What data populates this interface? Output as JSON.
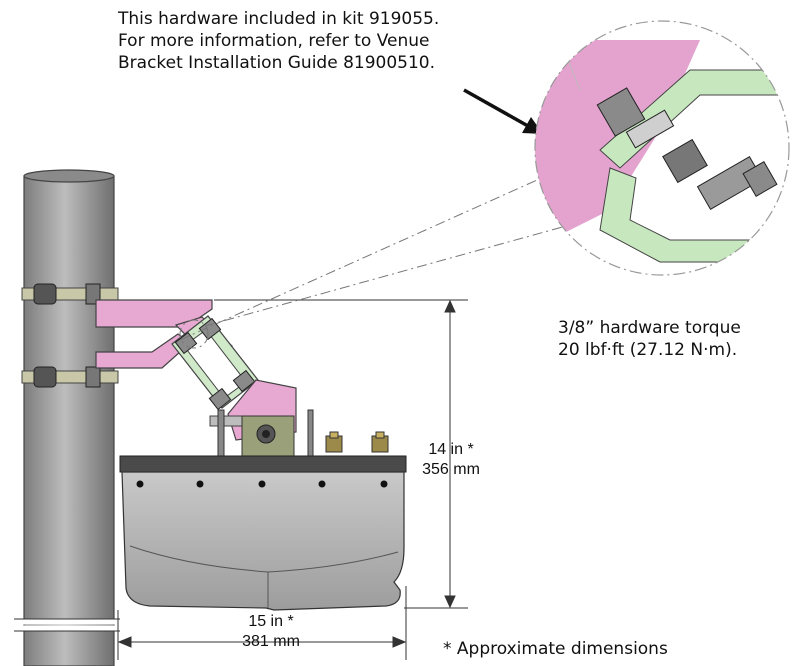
{
  "notes": {
    "kit_line1": "This hardware included in kit 919055.",
    "kit_line2": "For more information, refer to Venue",
    "kit_line3": "Bracket Installation Guide 81900510.",
    "torque_line1": "3/8” hardware torque",
    "torque_line2": "20 lbf·ft (27.12 N·m).",
    "approx": "* Approximate dimensions"
  },
  "dimensions": {
    "height_in": "14 in *",
    "height_mm": "356 mm",
    "width_in": "15 in *",
    "width_mm": "381 mm"
  },
  "colors": {
    "bracket": "#e7a9d2",
    "clamp": "#b7e0b0",
    "pole": "#9c9c9c",
    "housing": "#b9b9b9"
  }
}
